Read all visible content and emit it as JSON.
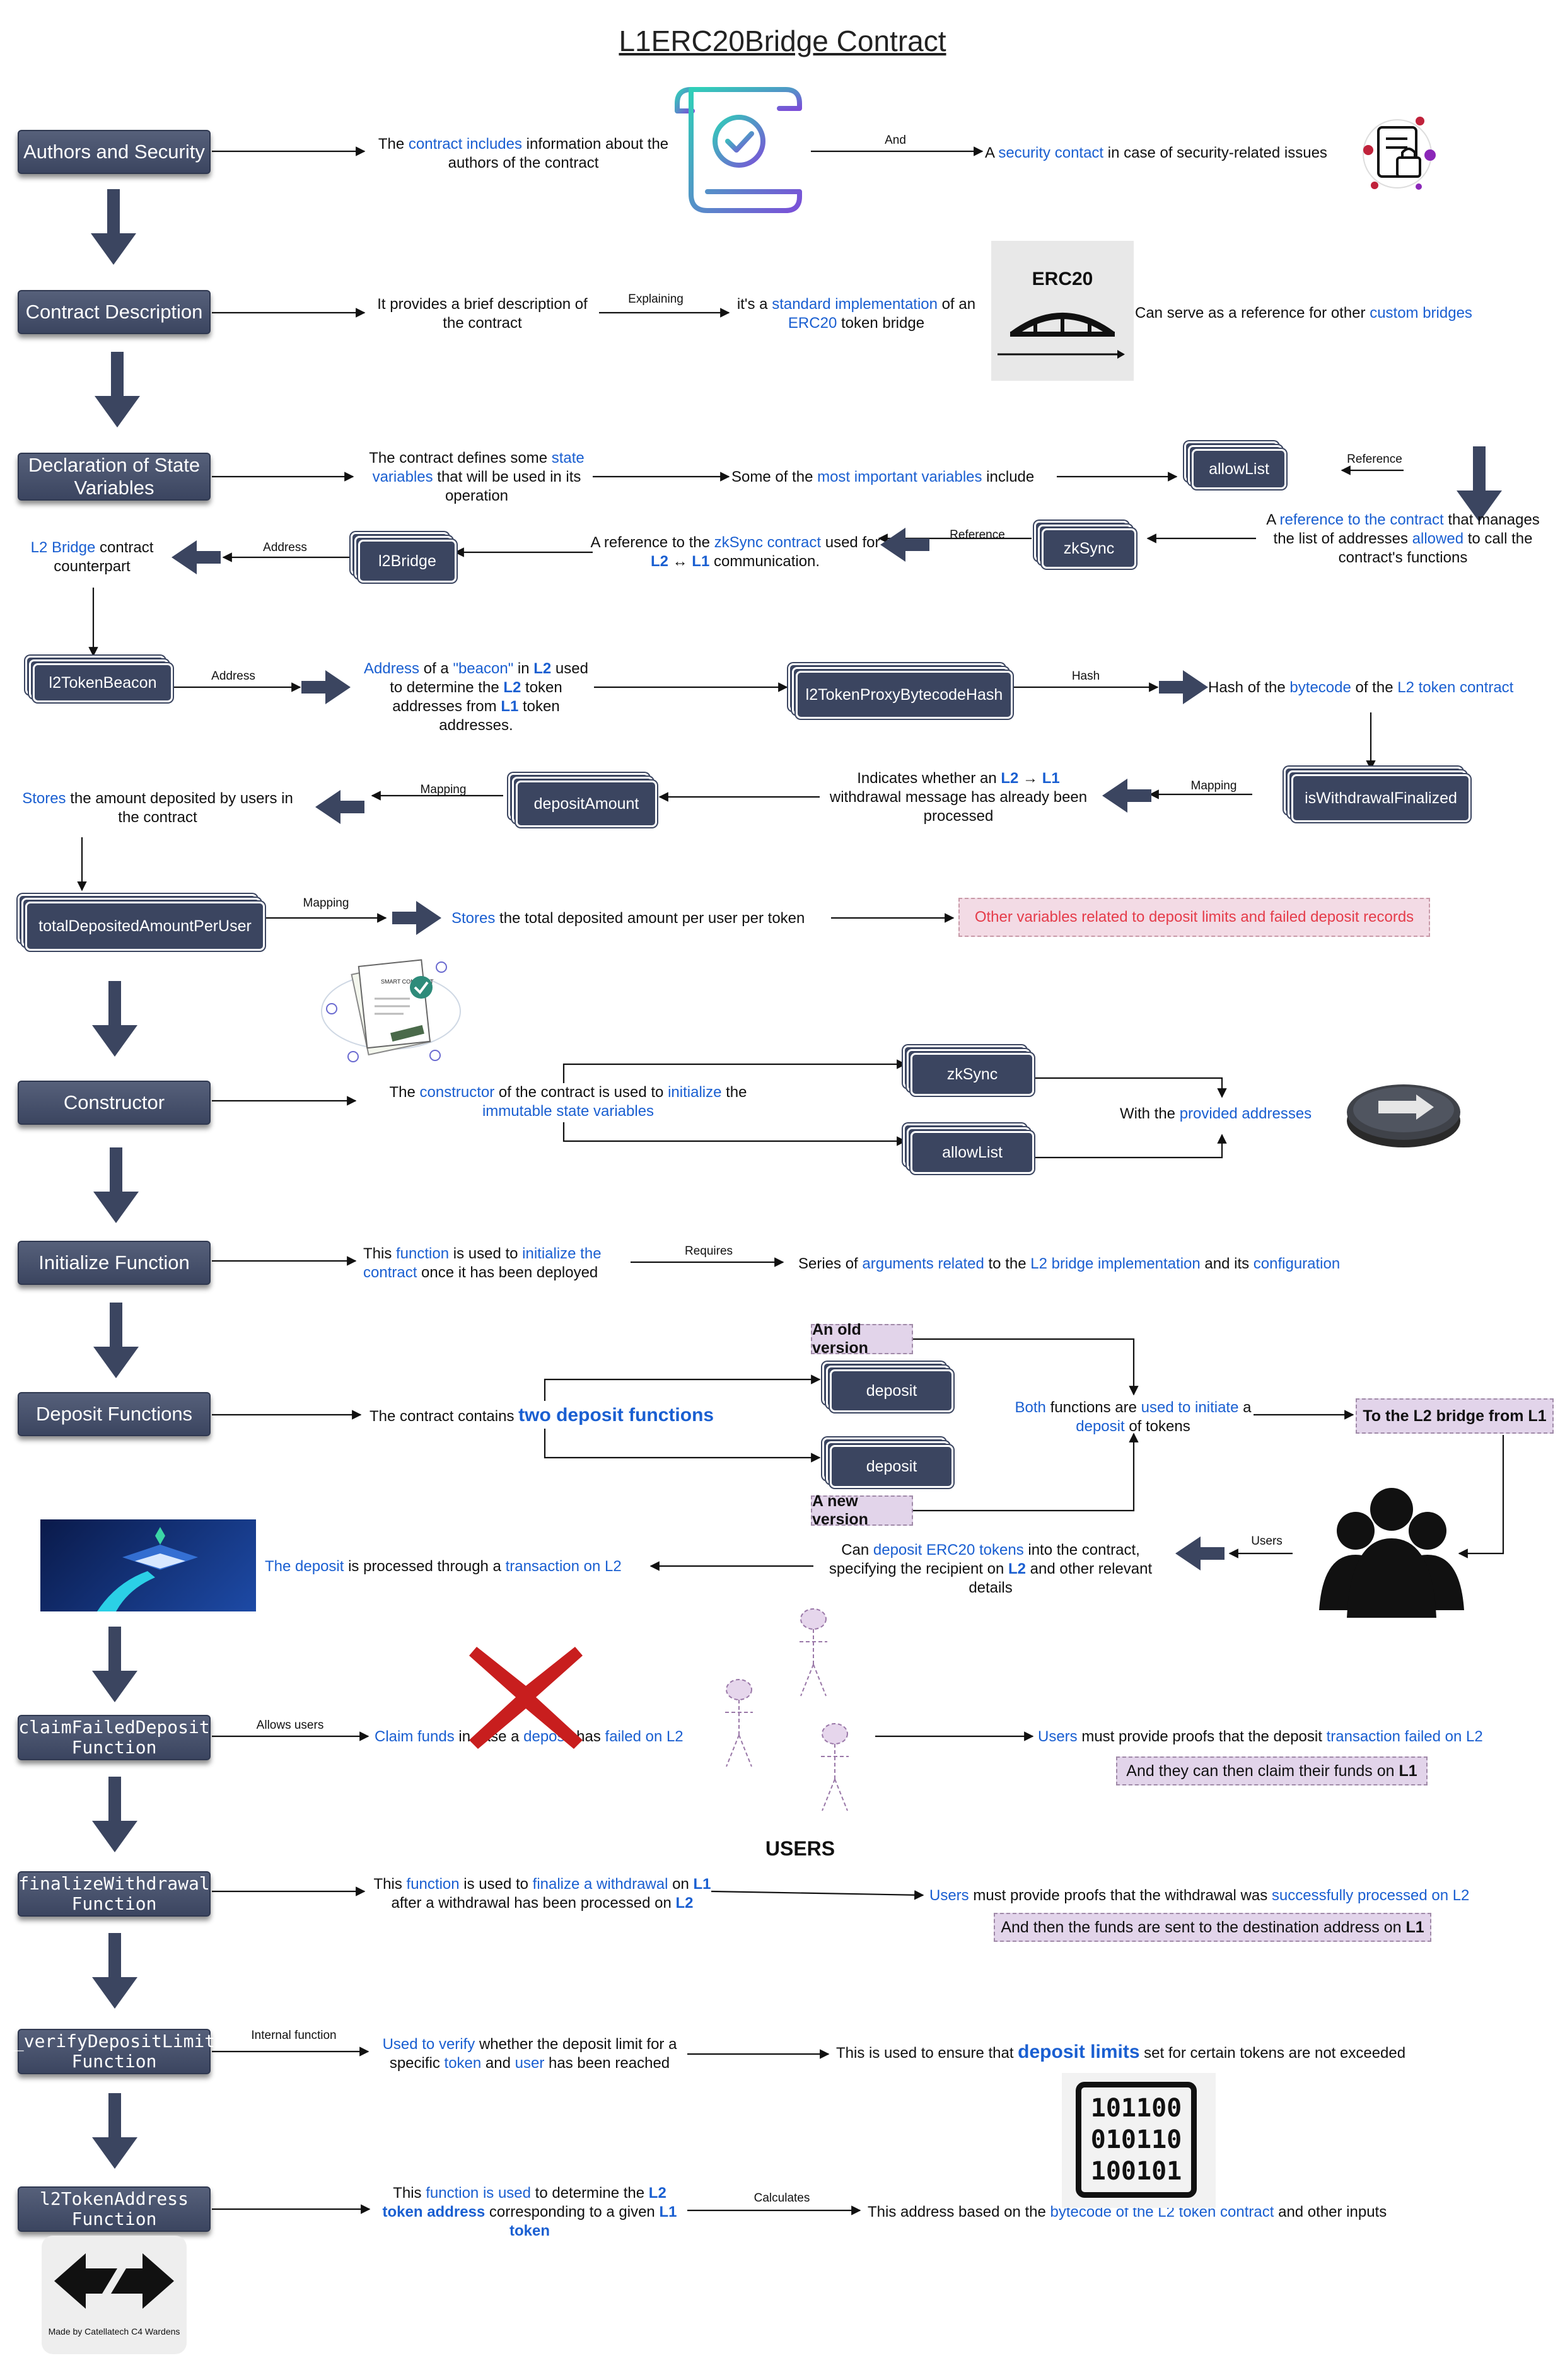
{
  "title": "L1ERC20Bridge Contract",
  "sections": {
    "authors": "Authors and Security",
    "description": "Contract Description",
    "state": "Declaration of State Variables",
    "constructor": "Constructor",
    "initialize": "Initialize Function",
    "deposit": "Deposit Functions",
    "claim": "claimFailedDeposit Function",
    "finalize": "finalizeWithdrawal Function",
    "verify": "_verifyDepositLimit Function",
    "l2token": "l2TokenAddress Function"
  },
  "nodes": {
    "allowList": "allowList",
    "zkSync": "zkSync",
    "l2Bridge": "l2Bridge",
    "l2TokenBeacon": "l2TokenBeacon",
    "l2TokenProxyBytecodeHash": "l2TokenProxyBytecodeHash",
    "isWithdrawalFinalized": "isWithdrawalFinalized",
    "depositAmount": "depositAmount",
    "totalDepositedAmountPerUser": "totalDepositedAmountPerUser",
    "ctor_zkSync": "zkSync",
    "ctor_allowList": "allowList",
    "deposit_old": "deposit",
    "deposit_new": "deposit"
  },
  "edge_labels": {
    "and": "And",
    "explaining": "Explaining",
    "reference1": "Reference",
    "reference2": "Reference",
    "address1": "Address",
    "address2": "Address",
    "hash": "Hash",
    "mapping1": "Mapping",
    "mapping2": "Mapping",
    "mapping3": "Mapping",
    "requires": "Requires",
    "users": "Users",
    "allows_users": "Allows users",
    "internal_function": "Internal function",
    "calculates": "Calculates"
  },
  "notes": {
    "other_vars": "Other variables related to deposit limits and failed deposit records",
    "old_version": "An old version",
    "new_version": "A new version",
    "to_l2": "To the L2 bridge from L1",
    "claim_then": "And they can then claim their funds on",
    "claim_then_b": "L1",
    "finalize_then": "And then the funds are sent to the destination address on",
    "finalize_then_b": "L1"
  },
  "labels": {
    "erc20": "ERC20",
    "users_caption": "USERS",
    "made_by": "Made by Catellatech C4 Wardens",
    "binary1": "101100",
    "binary2": "010110",
    "binary3": "100101",
    "smart_contract": "SMART CONTRACT"
  },
  "colors": {
    "accent": "#1a5fd1",
    "section_bg": "#3b4560",
    "note_bg": "#e2d4ea",
    "red_text": "#e53c4a"
  }
}
